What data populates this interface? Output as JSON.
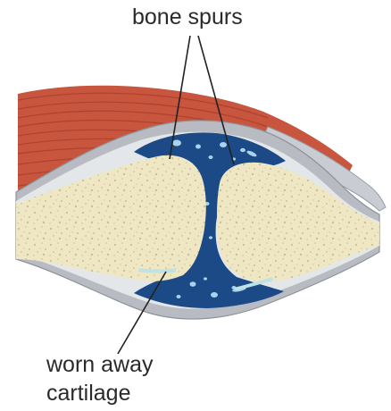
{
  "labels": {
    "bone_spurs": "bone spurs",
    "worn_away_line1": "worn away",
    "worn_away_line2": "cartilage"
  },
  "colors": {
    "muscle": "#c8553d",
    "muscle_stripe": "#a63c2b",
    "capsule": "#b8bcc2",
    "capsule_light": "#dfe2e6",
    "bone": "#efe7c3",
    "bone_speckle": "#c9bf96",
    "synovial_fluid": "#1b4a87",
    "fluid_bubble": "#a9d3ec",
    "leader_line": "#222222",
    "text": "#2a2a2a"
  }
}
